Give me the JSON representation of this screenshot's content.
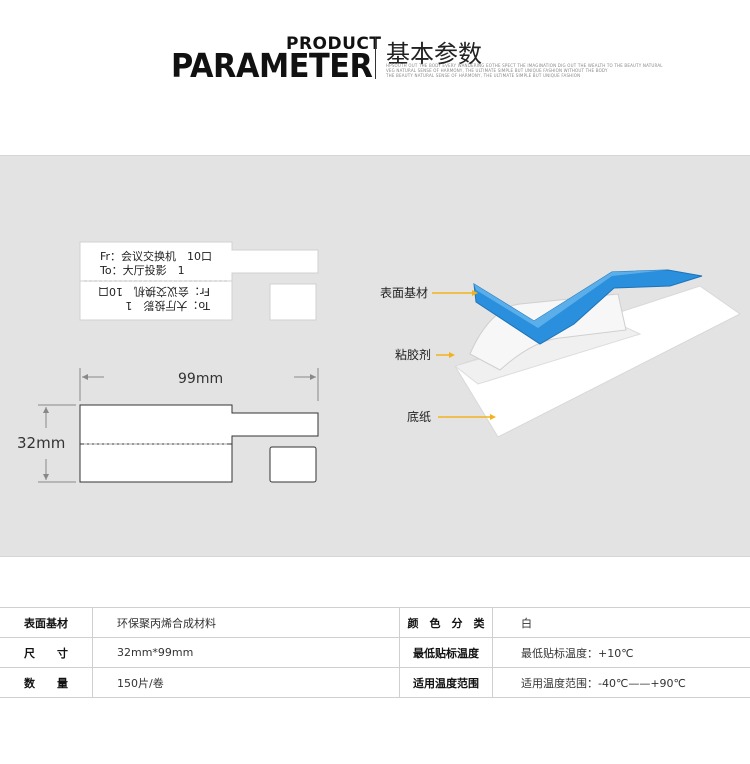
{
  "header": {
    "product": "PRODUCT",
    "parameter": "PARAMETER",
    "title_cn": "基本参数",
    "fine_lines": [
      "HPSOUTH OUT THE BODY EVERY WANDERING EOTHE SPECT THE IMAGINATION DIG OUT THE WEALTH TO THE BEAUTY NATURAL",
      "VEG NATURAL SENSE OF HARMONY, THE ULTIMATE SIMPLE BUT UNIQUE FASHION WITHOUT THE BODY",
      "THE BEAUTY NATURAL SENSE OF HARMONY, THE ULTIMATE SIMPLE BUT UNIQUE FASHION"
    ]
  },
  "diagram": {
    "tag_line1": "Fr：会议交换机　10口",
    "tag_line2": "To：大厅投影　1",
    "tag_line3": "To：大厅投影　1",
    "tag_line4": "Fr：会议交换机　10口",
    "width_label": "99mm",
    "height_label": "32mm",
    "layer_labels": [
      "表面基材",
      "粘胶剂",
      "底纸"
    ],
    "colors": {
      "top_layer": "#2a8fdc",
      "arrow": "#f2b21e"
    }
  },
  "table": {
    "rows": [
      {
        "k1": "表面基材",
        "v1": "环保聚丙烯合成材料",
        "k2": "颜　色　分　类",
        "v2": "白"
      },
      {
        "k1": "尺　　寸",
        "v1": "32mm*99mm",
        "k2": "最低贴标温度",
        "v2": "最低贴标温度：+10℃"
      },
      {
        "k1": "数　　量",
        "v1": "150片/卷",
        "k2": "适用温度范围",
        "v2": "适用温度范围：-40℃——+90℃"
      }
    ]
  }
}
